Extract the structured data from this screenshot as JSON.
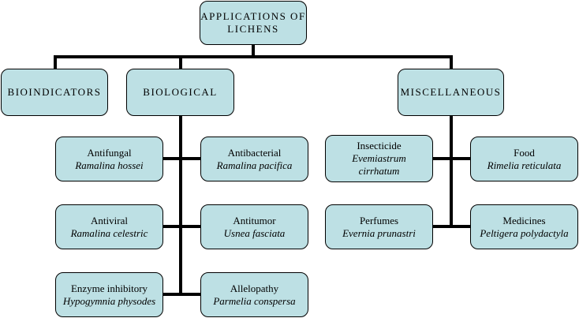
{
  "colors": {
    "box_fill": "#bde0e4",
    "box_border": "#000000",
    "connector": "#000000"
  },
  "root": {
    "line1": "APPLICATIONS OF",
    "line2": "LICHENS"
  },
  "categories": {
    "bioindicators": "BIOINDICATORS",
    "biological": "BIOLOGICAL",
    "miscellaneous": "MISCELLANEOUS"
  },
  "biological": [
    {
      "use": "Antifungal",
      "species": "Ramalina hossei"
    },
    {
      "use": "Antibacterial",
      "species": "Ramalina pacifica"
    },
    {
      "use": "Antiviral",
      "species": "Ramalina celestric"
    },
    {
      "use": "Antitumor",
      "species": "Usnea fasciata"
    },
    {
      "use": "Enzyme inhibitory",
      "species": "Hypogymnia physodes"
    },
    {
      "use": "Allelopathy",
      "species": "Parmelia conspersa"
    }
  ],
  "miscellaneous": [
    {
      "use": "Insecticide",
      "species_line1": "Evemiastrum",
      "species_line2": "cirrhatum"
    },
    {
      "use": "Food",
      "species": "Rimelia reticulata"
    },
    {
      "use": "Perfumes",
      "species": "Evernia prunastri"
    },
    {
      "use": "Medicines",
      "species": "Peltigera polydactyla"
    }
  ]
}
